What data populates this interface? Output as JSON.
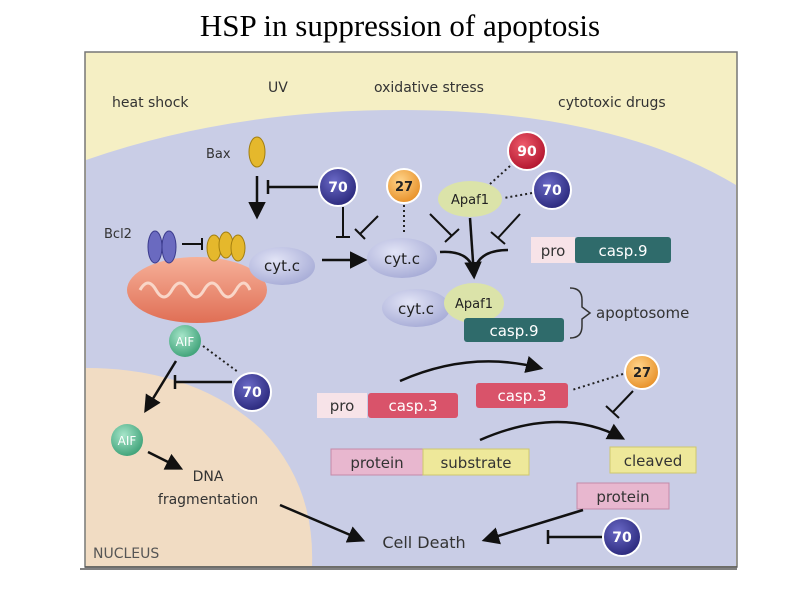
{
  "title": "HSP in suppression of apoptosis",
  "stresses": {
    "heat_shock": "heat shock",
    "uv": "UV",
    "oxidative_stress": "oxidative stress",
    "cytotoxic_drugs": "cytotoxic drugs"
  },
  "labels": {
    "bax": "Bax",
    "bcl2": "Bcl2",
    "cytc_mito": "cyt.c",
    "cytc_free": "cyt.c",
    "apaf1": "Apaf1",
    "pro_casp9_pro": "pro",
    "pro_casp9_casp": "casp.9",
    "apo_cytc": "cyt.c",
    "apo_apaf1": "Apaf1",
    "apo_casp9": "casp.9",
    "apoptosome": "apoptosome",
    "aif_top": "AIF",
    "aif_nucleus": "AIF",
    "dna_frag_1": "DNA",
    "dna_frag_2": "fragmentation",
    "pro_casp3_pro": "pro",
    "pro_casp3_casp": "casp.3",
    "casp3": "casp.3",
    "protein": "protein",
    "substrate": "substrate",
    "cleaved": "cleaved",
    "cleaved_protein": "protein",
    "cell_death": "Cell Death",
    "nucleus": "NUCLEUS"
  },
  "hsp": {
    "hsp70_bax": "70",
    "hsp27_cytc": "27",
    "hsp90_apaf": "90",
    "hsp70_apaf": "70",
    "hsp70_aif": "70",
    "hsp27_casp3": "27",
    "hsp70_death": "70"
  },
  "colors": {
    "cytoplasm": "#c9cde6",
    "extracellular": "#f5efc4",
    "nucleus": "#f1dcc3",
    "hsp70": "#3a3996",
    "hsp90": "#c9213a",
    "hsp27": "#f0a33d",
    "casp": "#2f6b6b",
    "casp3": "#d9536a",
    "aif": "#5fbf97",
    "apaf1": "#dbe3a9",
    "pro_box": "#f7e3e8",
    "mito": "#ef8a6b"
  }
}
